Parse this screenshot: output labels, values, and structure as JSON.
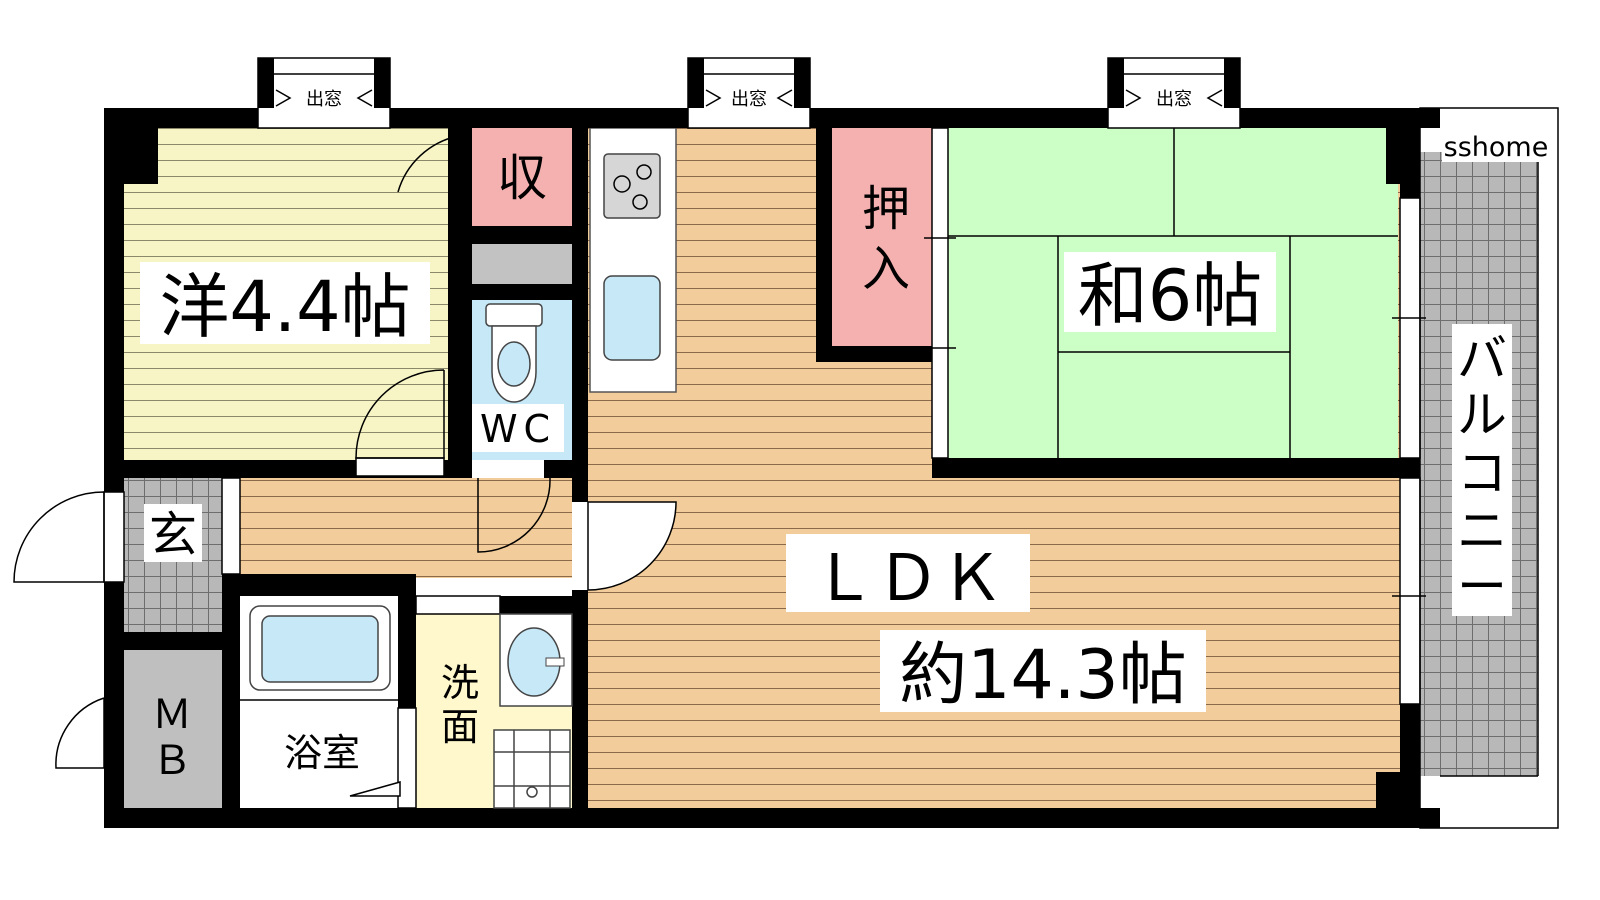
{
  "colors": {
    "wall": "#000000",
    "western_floor": "#f7f5c6",
    "wood_floor": "#f2cc9a",
    "tatami": "#ccffc6",
    "closet_pink": "#f5b0b0",
    "water_blue": "#c6e8f7",
    "tile_gray": "#b8b8b8",
    "bath_floor": "#ffffff",
    "washroom": "#fff8cc",
    "mb_gray": "#bfbfbf"
  },
  "rooms": {
    "western": "洋4.4帖",
    "storage": "収",
    "wc": "WC",
    "closet": [
      "押",
      "入"
    ],
    "japanese": "和6帖",
    "ldk": "ＬＤＫ",
    "ldk_size": "約14.3帖",
    "entrance": "玄",
    "bath": "浴室",
    "washroom": [
      "洗",
      "面"
    ],
    "mb": [
      "Ｍ",
      "Ｂ"
    ],
    "balcony": [
      "バ",
      "ル",
      "コ",
      "ニ",
      "ー"
    ]
  },
  "bay_window_label": "出窓",
  "watermark": "sshome"
}
